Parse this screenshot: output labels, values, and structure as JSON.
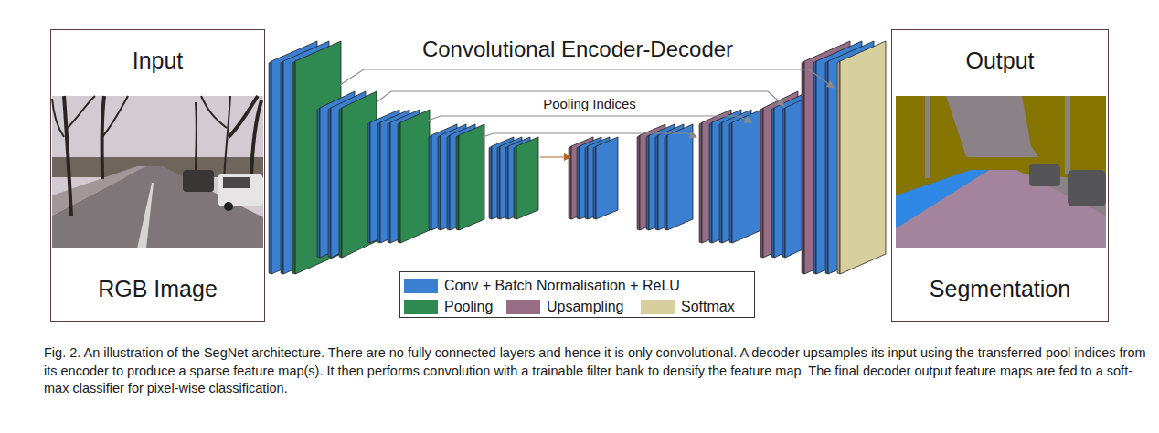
{
  "diagram": {
    "title": "Convolutional Encoder-Decoder",
    "caption": "Fig. 2. An illustration of the SegNet architecture. There are no fully connected layers and hence it is only convolutional. A decoder upsamples its input using the transferred pool indices from its encoder to produce a sparse feature map(s). It then performs convolution with a trainable filter bank to densify the feature map. The final decoder output feature maps are fed to a soft-max classifier for pixel-wise classification.",
    "nodes": [
      {
        "text": [
          "Input",
          "RGB Image"
        ]
      },
      {
        "text": [
          "Output",
          "Segmentation"
        ]
      }
    ],
    "labels": [
      "Pooling Indices"
    ],
    "legend": [
      {
        "text": "Conv + Batch Normalisation + ReLU",
        "color": "#3a7fd0"
      },
      {
        "text": "Pooling",
        "color": "#2f8a52"
      },
      {
        "text": "Upsampling",
        "color": "#976d86"
      },
      {
        "text": "Softmax",
        "color": "#d8cf9f"
      }
    ]
  }
}
